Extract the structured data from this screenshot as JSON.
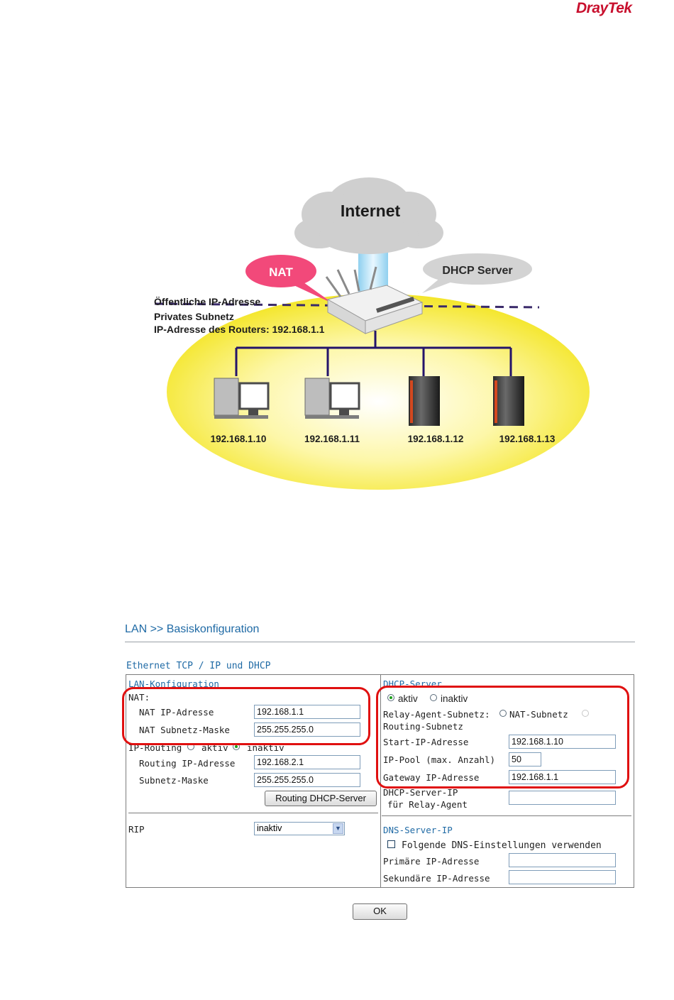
{
  "brand": {
    "logo_text": "DrayTek",
    "color": "#c8102e"
  },
  "diagram": {
    "cloud_label": "Internet",
    "nat_bubble": "NAT",
    "dhcp_bubble": "DHCP Server",
    "info_lines": [
      "Öffentliche IP-Adresse",
      "Privates Subnetz",
      "IP-Adresse des Routers: 192.168.1.1"
    ],
    "clients": [
      "192.168.1.10",
      "192.168.1.11",
      "192.168.1.12",
      "192.168.1.13"
    ]
  },
  "ui": {
    "breadcrumb": "LAN >> Basiskonfiguration",
    "section_title": "Ethernet TCP / IP und DHCP",
    "lan": {
      "header": "LAN-Konfiguration",
      "nat_label": "NAT:",
      "nat_ip_label": "NAT IP-Adresse",
      "nat_ip_value": "192.168.1.1",
      "nat_mask_label": "NAT Subnetz-Maske",
      "nat_mask_value": "255.255.255.0",
      "ip_routing_label": "IP-Routing",
      "ip_routing_on": "aktiv",
      "ip_routing_off": "inaktiv",
      "routing_ip_label": "Routing IP-Adresse",
      "routing_ip_value": "192.168.2.1",
      "subnet_mask_label": "Subnetz-Maske",
      "subnet_mask_value": "255.255.255.0",
      "routing_dhcp_button": "Routing DHCP-Server",
      "rip_label": "RIP",
      "rip_value": "inaktiv"
    },
    "dhcp": {
      "header": "DHCP-Server",
      "on_label": "aktiv",
      "off_label": "inaktiv",
      "relay_label": "Relay-Agent-Subnetz:",
      "relay_nat": "NAT-Subnetz",
      "relay_routing": "Routing-Subnetz",
      "start_ip_label": "Start-IP-Adresse",
      "start_ip_value": "192.168.1.10",
      "pool_label": "IP-Pool (max. Anzahl)",
      "pool_value": "50",
      "gateway_label": "Gateway IP-Adresse",
      "gateway_value": "192.168.1.1",
      "relay_server_label_1": "DHCP-Server-IP",
      "relay_server_label_2": "für Relay-Agent",
      "relay_server_value": ""
    },
    "dns": {
      "header": "DNS-Server-IP",
      "use_label": "Folgende DNS-Einstellungen verwenden",
      "primary_label": "Primäre IP-Adresse",
      "primary_value": "",
      "secondary_label": "Sekundäre IP-Adresse",
      "secondary_value": ""
    },
    "ok_button": "OK",
    "highlight_color": "#e01010"
  }
}
